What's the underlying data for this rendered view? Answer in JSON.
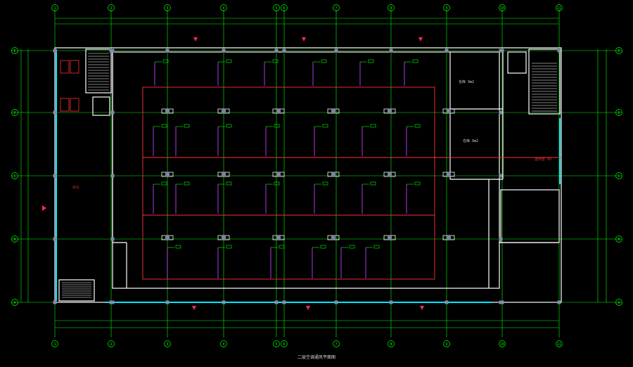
{
  "drawing": {
    "caption": "二层空调通风平面图",
    "colors": {
      "grid": "#00ff00",
      "wall": "#ffffff",
      "duct": "#ff3030",
      "pipe": "#c040ff",
      "glass": "#00e8ff",
      "text": "#d8d8d8",
      "marker": "#ff2080",
      "bg": "#000000"
    },
    "grid_cols": [
      "1",
      "2",
      "3",
      "4",
      "5",
      "6",
      "7",
      "8",
      "9",
      "10",
      "11"
    ],
    "grid_rows": [
      "E",
      "D",
      "C",
      "B",
      "A"
    ],
    "room_labels": {
      "room_right_top": "仓库 Xm2",
      "room_right_mid": "仓库 Xm2",
      "room_left": "办公",
      "duct_label": "送风管 XX"
    }
  }
}
